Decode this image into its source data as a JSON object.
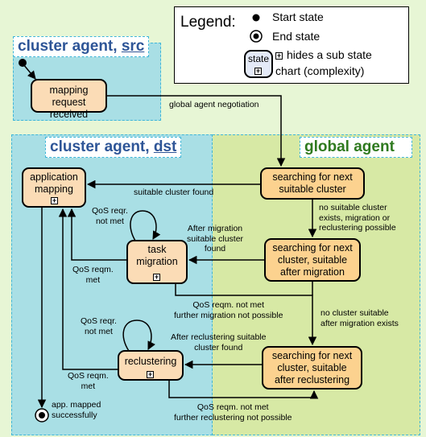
{
  "legend": {
    "title": "Legend:",
    "start_label": "Start state",
    "end_label": "End state",
    "state_label": "state",
    "substate_line1": "hides a sub state",
    "substate_line2": "chart (complexity)"
  },
  "zones": {
    "src": {
      "prefix": "cluster agent, ",
      "link": "src"
    },
    "dst": {
      "prefix": "cluster agent, ",
      "link": "dst"
    },
    "global": {
      "title": "global agent"
    }
  },
  "states": {
    "mapping_request": "mapping request received",
    "application_mapping": "application mapping",
    "task_migration": "task migration",
    "reclustering": "reclustering",
    "search_next": "searching for next suitable cluster",
    "search_migration": "searching for next cluster, suitable after migration",
    "search_reclustering": "searching for next cluster, suitable after reclustering"
  },
  "transitions": {
    "global_negotiation": "global agent negotiation",
    "suitable_found": "suitable cluster found",
    "no_suitable": [
      "no suitable cluster",
      "exists, migration or",
      "reclustering possible"
    ],
    "after_migration_found": [
      "After migration",
      "suitable cluster",
      "found"
    ],
    "qos_not_met_1": [
      "QoS reqr.",
      "not met"
    ],
    "qos_met_1": [
      "QoS reqm.",
      "met"
    ],
    "qos_not_met_further_migration": [
      "QoS reqm. not met",
      "further migration not possible"
    ],
    "no_suitable_after_migration": [
      "no cluster suitable",
      "after migration exists"
    ],
    "after_reclustering_found": [
      "After reclustering suitable",
      "cluster found"
    ],
    "qos_not_met_2": [
      "QoS reqr.",
      "not met"
    ],
    "qos_met_2": [
      "QoS reqm.",
      "met"
    ],
    "qos_not_met_further_reclustering": [
      "QoS reqm. not met",
      "further reclustering not possible"
    ],
    "app_mapped": [
      "app. mapped",
      "successfully"
    ]
  },
  "colors": {
    "green_bg": "#e7f6d5",
    "src_bg": "#a9dfe5",
    "dst_bg": "#a9dfe5",
    "global_bg": "#d7e9a5",
    "peach_state": "#fbdcb6",
    "orange_state": "#fcd28f"
  }
}
